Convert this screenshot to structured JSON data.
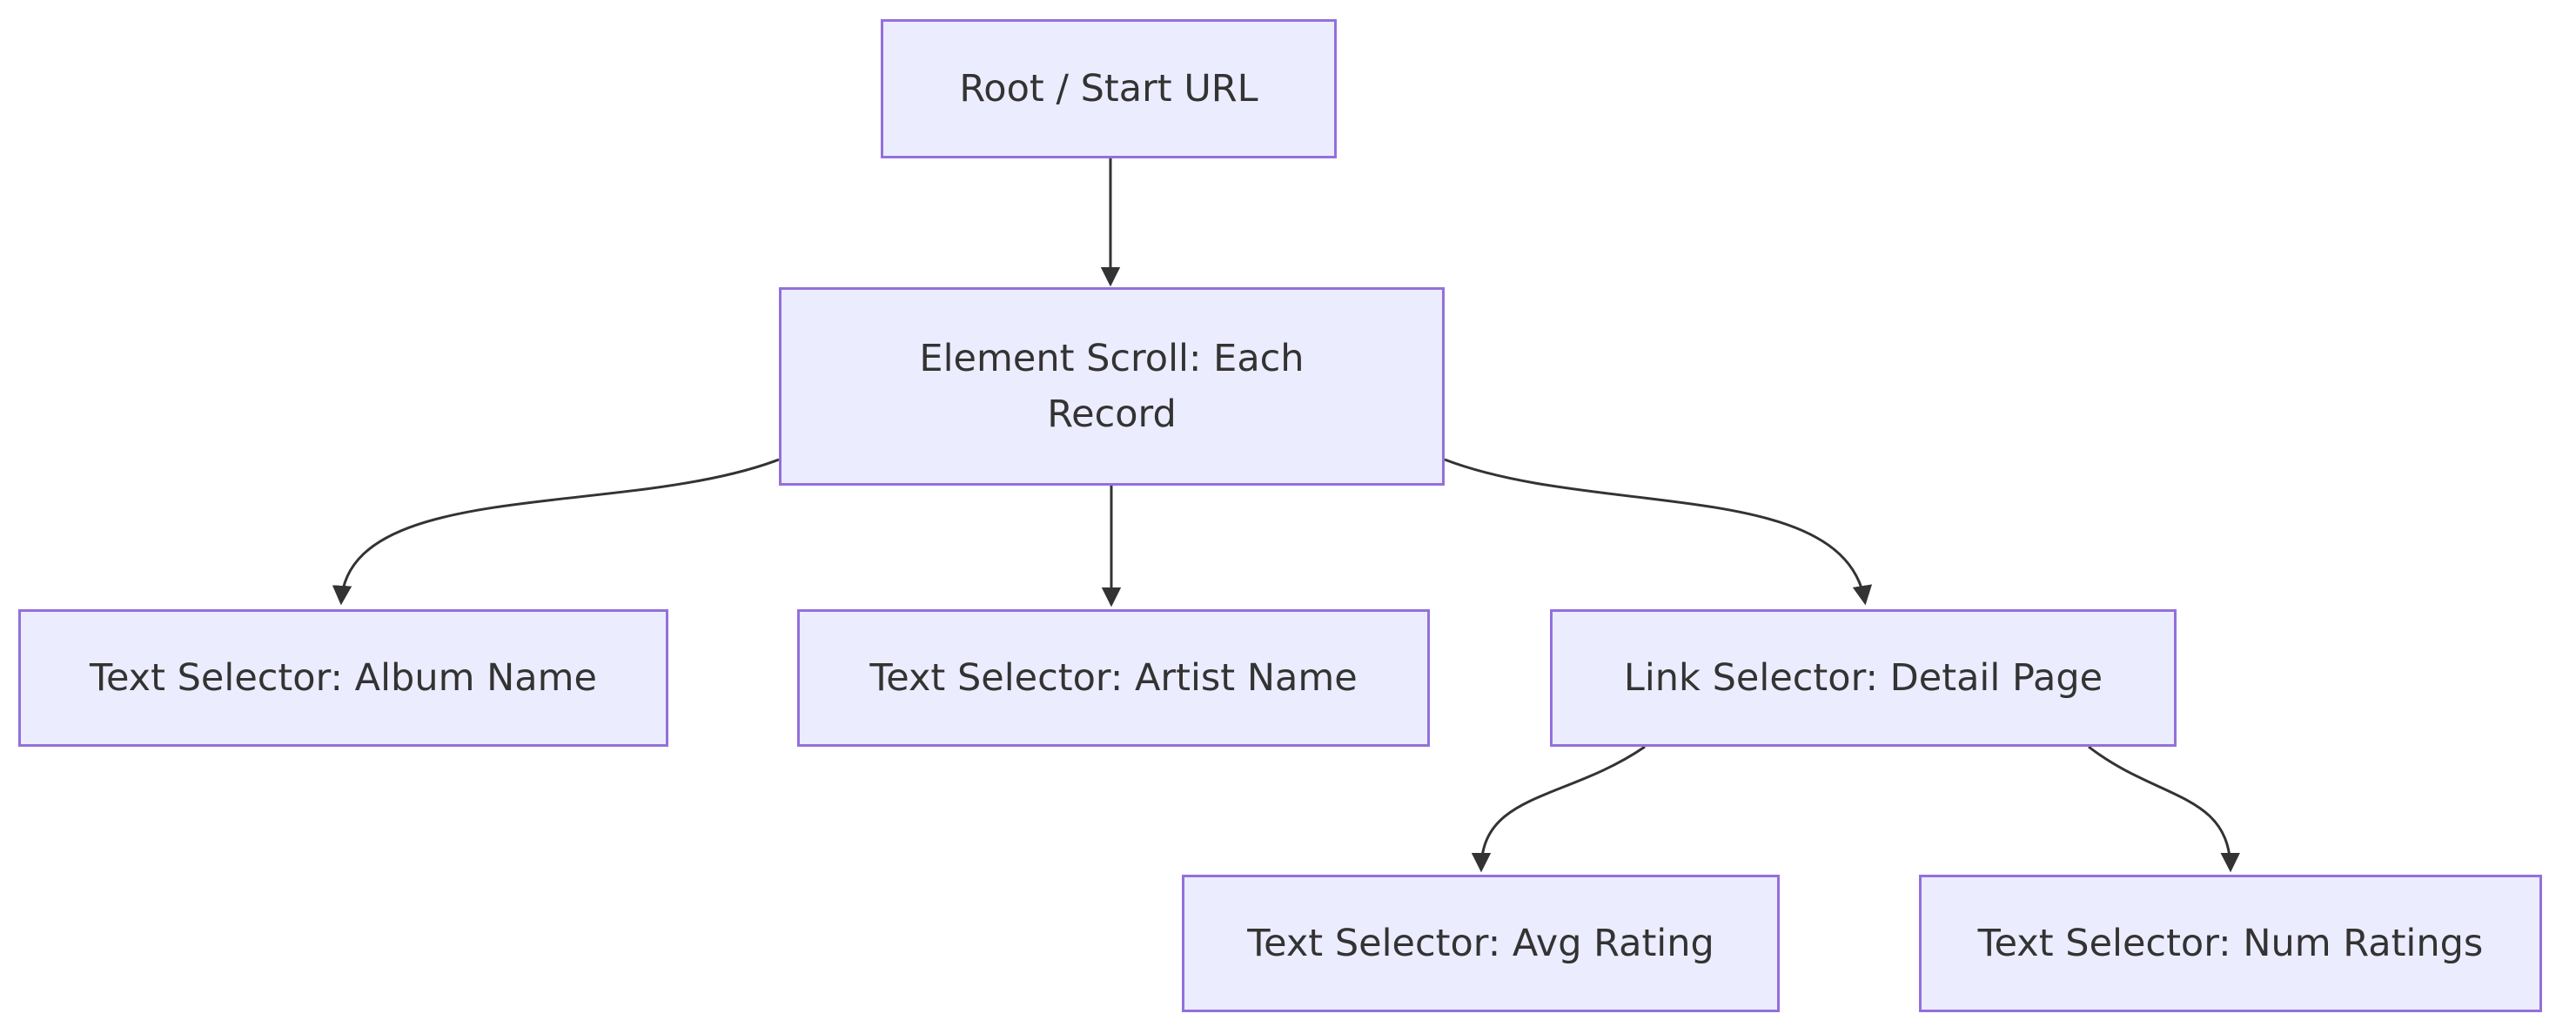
{
  "diagram": {
    "type": "flowchart",
    "direction": "top-down",
    "colors": {
      "background": "#ffffff",
      "node_fill": "#ECECFF",
      "node_border": "#9370DB",
      "edge": "#333333",
      "text": "#333333"
    },
    "nodes": [
      {
        "id": "root",
        "label": "Root / Start URL"
      },
      {
        "id": "scroll",
        "label": "Element Scroll: Each Record"
      },
      {
        "id": "album",
        "label": "Text Selector: Album Name"
      },
      {
        "id": "artist",
        "label": "Text Selector: Artist Name"
      },
      {
        "id": "detail",
        "label": "Link Selector: Detail Page"
      },
      {
        "id": "avg",
        "label": "Text Selector: Avg Rating"
      },
      {
        "id": "num",
        "label": "Text Selector: Num Ratings"
      }
    ],
    "edges": [
      {
        "from": "root",
        "to": "scroll",
        "style": "straight-arrow"
      },
      {
        "from": "scroll",
        "to": "album",
        "style": "curved-arrow"
      },
      {
        "from": "scroll",
        "to": "artist",
        "style": "straight-arrow"
      },
      {
        "from": "scroll",
        "to": "detail",
        "style": "curved-arrow"
      },
      {
        "from": "detail",
        "to": "avg",
        "style": "curved-arrow"
      },
      {
        "from": "detail",
        "to": "num",
        "style": "curved-arrow"
      }
    ]
  }
}
